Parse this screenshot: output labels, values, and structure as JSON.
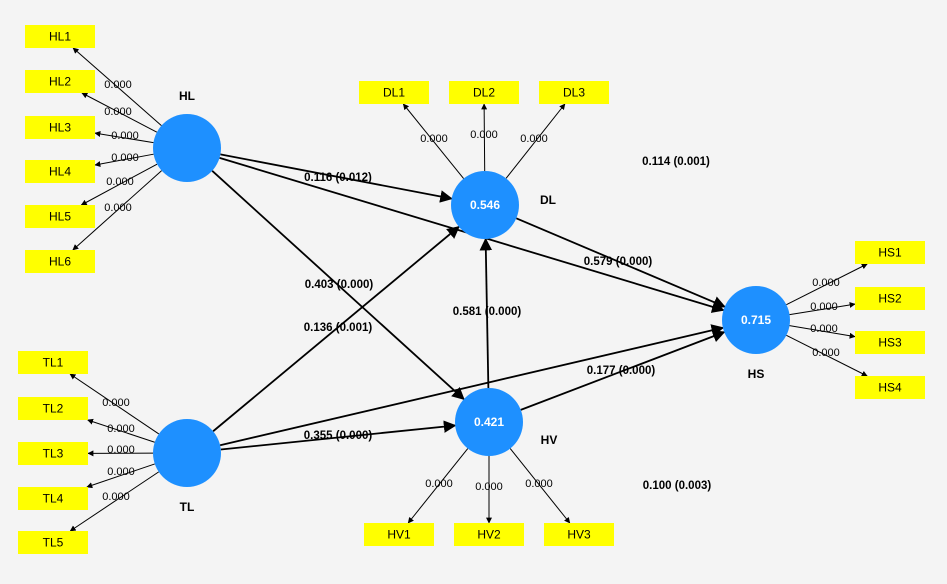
{
  "colors": {
    "construct": "#1e90ff",
    "indicator": "#ffff00",
    "background": "#f4f4f4"
  },
  "constructs": {
    "HL": {
      "name": "HL",
      "r2": ""
    },
    "TL": {
      "name": "TL",
      "r2": ""
    },
    "DL": {
      "name": "DL",
      "r2": "0.546"
    },
    "HV": {
      "name": "HV",
      "r2": "0.421"
    },
    "HS": {
      "name": "HS",
      "r2": "0.715"
    }
  },
  "indicators": {
    "HL": [
      {
        "label": "HL1",
        "loading": "0.000"
      },
      {
        "label": "HL2",
        "loading": "0.000"
      },
      {
        "label": "HL3",
        "loading": "0.000"
      },
      {
        "label": "HL4",
        "loading": "0.000"
      },
      {
        "label": "HL5",
        "loading": "0.000"
      },
      {
        "label": "HL6",
        "loading": "0.000"
      }
    ],
    "TL": [
      {
        "label": "TL1",
        "loading": "0.000"
      },
      {
        "label": "TL2",
        "loading": "0.000"
      },
      {
        "label": "TL3",
        "loading": "0.000"
      },
      {
        "label": "TL4",
        "loading": "0.000"
      },
      {
        "label": "TL5",
        "loading": "0.000"
      }
    ],
    "DL": [
      {
        "label": "DL1",
        "loading": "0.000"
      },
      {
        "label": "DL2",
        "loading": "0.000"
      },
      {
        "label": "DL3",
        "loading": "0.000"
      }
    ],
    "HV": [
      {
        "label": "HV1",
        "loading": "0.000"
      },
      {
        "label": "HV2",
        "loading": "0.000"
      },
      {
        "label": "HV3",
        "loading": "0.000"
      }
    ],
    "HS": [
      {
        "label": "HS1",
        "loading": "0.000"
      },
      {
        "label": "HS2",
        "loading": "0.000"
      },
      {
        "label": "HS3",
        "loading": "0.000"
      },
      {
        "label": "HS4",
        "loading": "0.000"
      }
    ]
  },
  "paths": [
    {
      "from": "HL",
      "to": "DL",
      "label": "0.116 (0.012)"
    },
    {
      "from": "HL",
      "to": "HS",
      "label": "0.114 (0.001)"
    },
    {
      "from": "HL",
      "to": "HV",
      "label": "0.403 (0.000)"
    },
    {
      "from": "TL",
      "to": "DL",
      "label": "0.136 (0.001)"
    },
    {
      "from": "TL",
      "to": "HV",
      "label": "0.355 (0.000)"
    },
    {
      "from": "TL",
      "to": "HS",
      "label": "0.100 (0.003)"
    },
    {
      "from": "HV",
      "to": "DL",
      "label": "0.581 (0.000)"
    },
    {
      "from": "DL",
      "to": "HS",
      "label": "0.579 (0.000)"
    },
    {
      "from": "HV",
      "to": "HS",
      "label": "0.177 (0.000)"
    }
  ]
}
